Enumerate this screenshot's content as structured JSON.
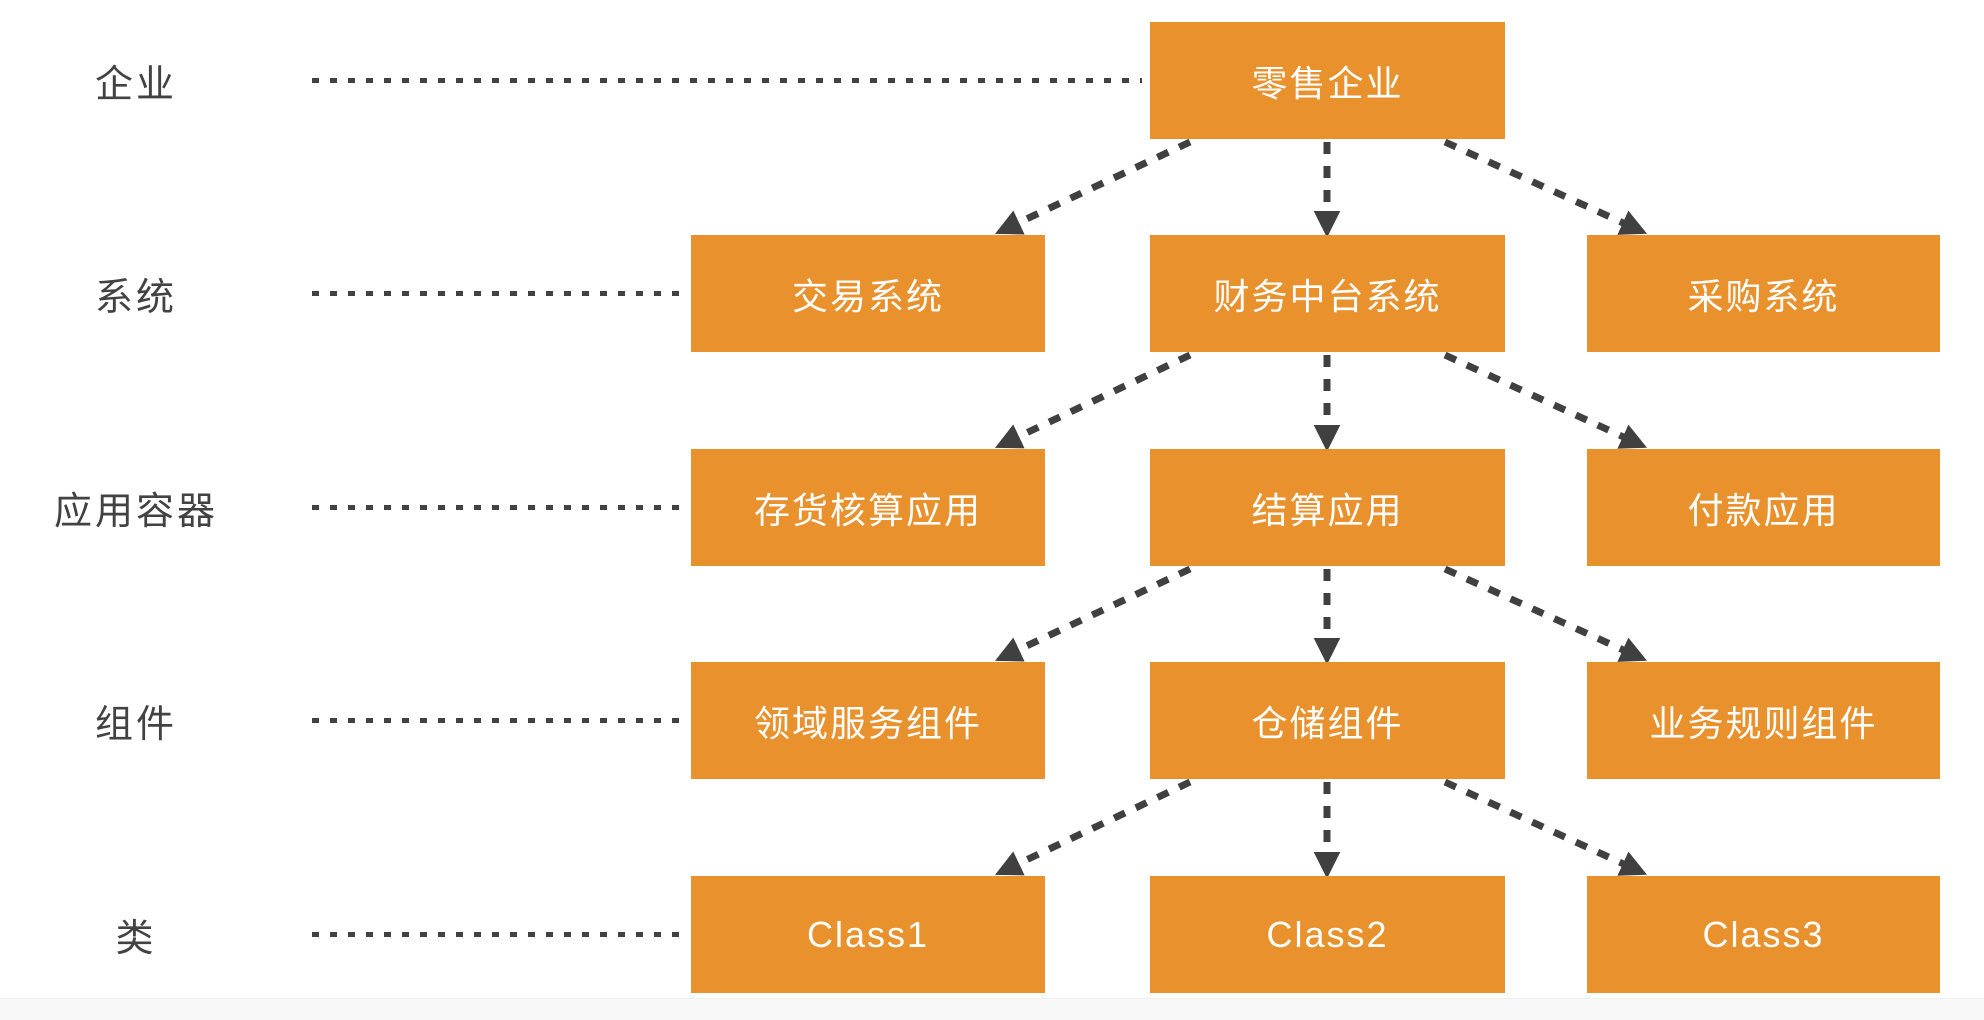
{
  "diagram": {
    "colors": {
      "node_fill": "#E8912D",
      "node_text": "#FFFFFF",
      "connector": "#404040",
      "row_label_text": "#424242",
      "background": "#FFFFFF",
      "footer_strip": "#F8F8F9"
    },
    "rows": [
      {
        "label": "企业",
        "nodes": [
          "零售企业"
        ]
      },
      {
        "label": "系统",
        "nodes": [
          "交易系统",
          "财务中台系统",
          "采购系统"
        ]
      },
      {
        "label": "应用容器",
        "nodes": [
          "存货核算应用",
          "结算应用",
          "付款应用"
        ]
      },
      {
        "label": "组件",
        "nodes": [
          "领域服务组件",
          "仓储组件",
          "业务规则组件"
        ]
      },
      {
        "label": "类",
        "nodes": [
          "Class1",
          "Class2",
          "Class3"
        ]
      }
    ]
  }
}
